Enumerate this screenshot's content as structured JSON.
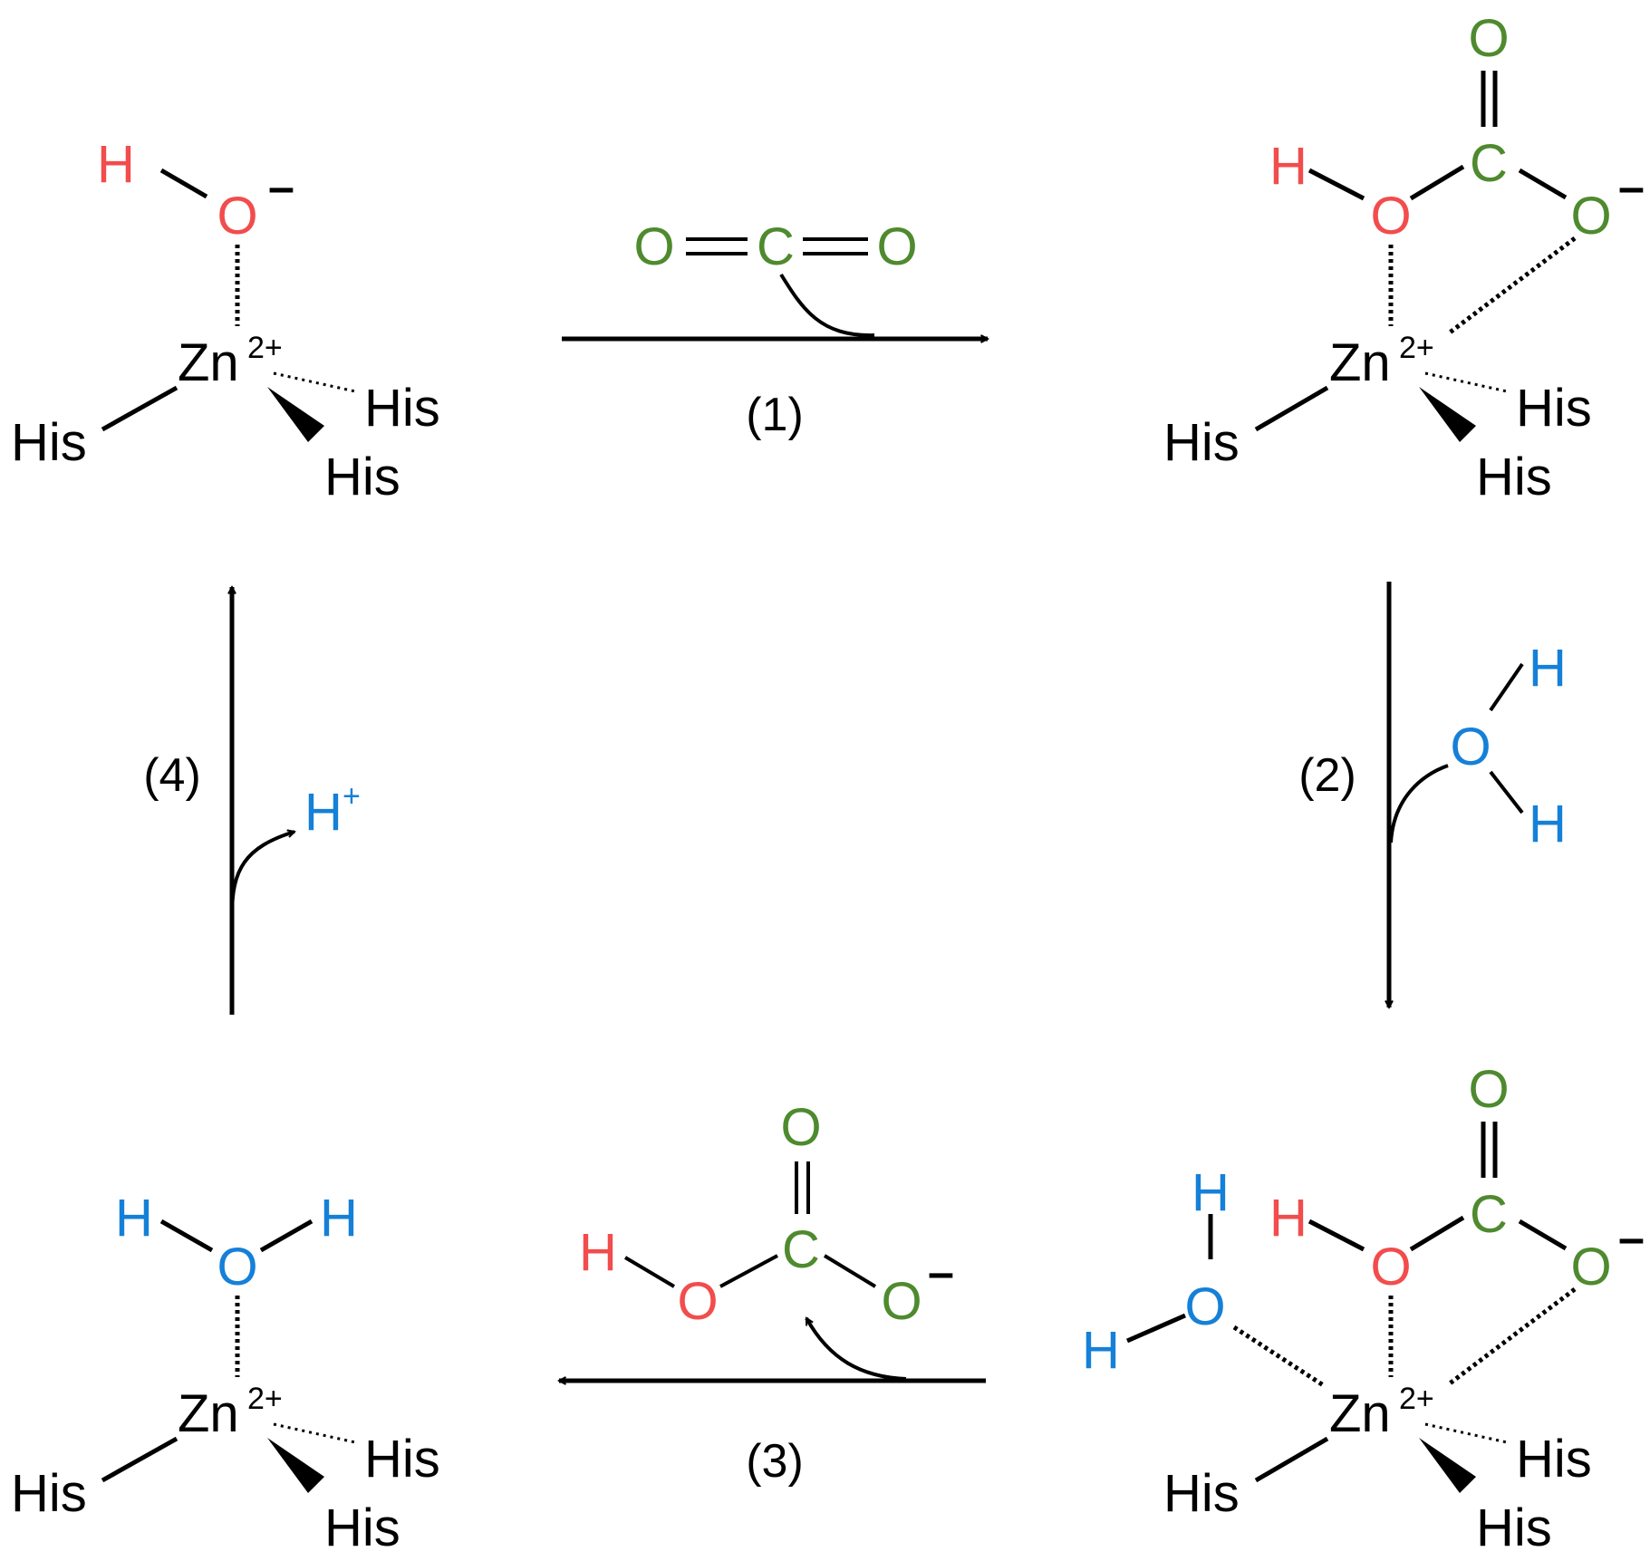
{
  "colors": {
    "black": "#000000",
    "hydroxide": "#f24c4c",
    "carbon_dioxide": "#4e8a2e",
    "water": "#1580d8"
  },
  "atoms": {
    "zinc": "Zn",
    "zinc_charge": "2+",
    "histidine": "His",
    "hydrogen": "H",
    "oxygen": "O",
    "carbon": "C",
    "proton_charge": "+",
    "minus": "–"
  },
  "steps": {
    "step1": "(1)",
    "step2": "(2)",
    "step3": "(3)",
    "step4": "(4)"
  }
}
